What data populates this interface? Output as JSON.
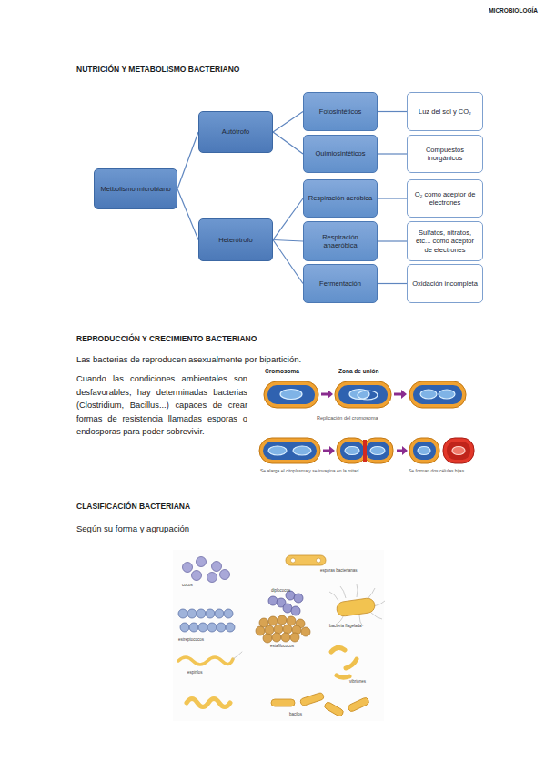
{
  "diagram": {
    "nodes": [
      {
        "text": [
          "Metbolismo microbiano"
        ]
      },
      {
        "text": [
          "Autótrofo"
        ]
      },
      {
        "text": [
          "Heterótrofo"
        ]
      },
      {
        "text": [
          "Fotosintéticos"
        ]
      },
      {
        "text": [
          "Quimiosintéticos"
        ]
      },
      {
        "text": [
          "Respiración aeróbica"
        ]
      },
      {
        "text": [
          "Respiración anaeróbica"
        ]
      },
      {
        "text": [
          "Fermentación"
        ]
      },
      {
        "text": [
          "Luz del sol y CO₂"
        ]
      },
      {
        "text": [
          "Compuestos inorgánicos"
        ]
      },
      {
        "text": [
          "O₂ como aceptor de electrones"
        ]
      },
      {
        "text": [
          "Sulfatos, nitratos, etc... como aceptor de electrones"
        ]
      },
      {
        "text": [
          "Oxidación incompleta"
        ]
      }
    ],
    "edges": [
      {
        "from": 0,
        "to": 1,
        "arrow": "none"
      },
      {
        "from": 0,
        "to": 2,
        "arrow": "none"
      },
      {
        "from": 1,
        "to": 3,
        "arrow": "none"
      },
      {
        "from": 1,
        "to": 4,
        "arrow": "none"
      },
      {
        "from": 2,
        "to": 5,
        "arrow": "none"
      },
      {
        "from": 2,
        "to": 6,
        "arrow": "none"
      },
      {
        "from": 2,
        "to": 7,
        "arrow": "none"
      },
      {
        "from": 3,
        "to": 8,
        "arrow": "none"
      },
      {
        "from": 4,
        "to": 9,
        "arrow": "none"
      },
      {
        "from": 5,
        "to": 10,
        "arrow": "none"
      },
      {
        "from": 6,
        "to": 11,
        "arrow": "none"
      },
      {
        "from": 7,
        "to": 12,
        "arrow": "none"
      }
    ],
    "labels": [
      "MICROBIOLOGÍA",
      "NUTRICIÓN Y METABOLISMO BACTERIANO",
      "REPRODUCCIÓN Y CRECIMIENTO BACTERIANO",
      "Las bacterias de reproducen asexualmente por bipartición.",
      "Cuando las condiciones ambientales son desfavorables, hay determinadas bacterias (Clostridium, Bacillus...) capaces de crear formas de resistencia llamadas esporas o endosporas para poder sobrevivir.",
      "Cromosoma",
      "Zona de unión",
      "Replicación del cromosoma",
      "Se alarga el citoplasma y se invagina en la mitad",
      "Se forman dos células hijas",
      "CLASIFICACIÓN BACTERIANA",
      "Según su forma y agrupación",
      "cocos",
      "esporas bacterianas",
      "diplococos",
      "bacteria flagelada",
      "estreptococos",
      "estafilococos",
      "vibriones",
      "espirilos",
      "bacilos"
    ]
  }
}
